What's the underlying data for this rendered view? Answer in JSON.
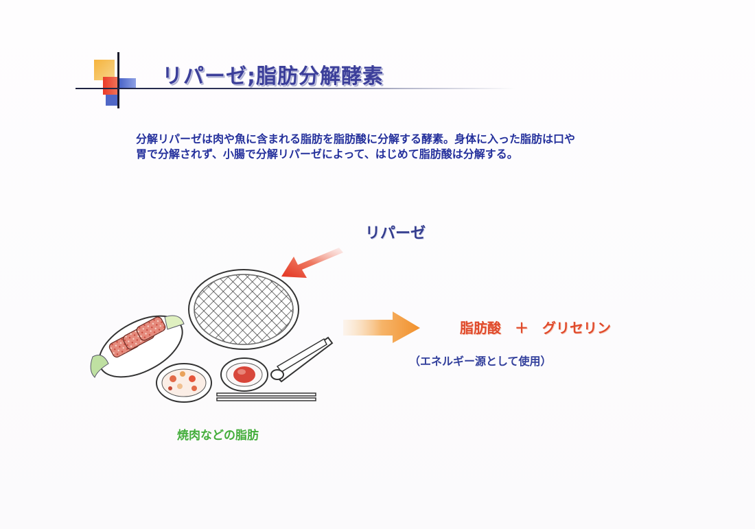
{
  "slide": {
    "title": "リパーゼ;脂肪分解酵素",
    "description_lines": [
      "分解リパーゼは肉や魚に含まれる脂肪を脂肪酸に分解する酵素。身体に入った脂肪は口や",
      "胃で分解されず、小腸で分解リパーゼによって、はじめて脂肪酸は分解する。"
    ],
    "labels": {
      "enzyme": "リパーゼ",
      "product": "脂肪酸　＋　グリセリン",
      "product_note": "（エネルギー源として使用）",
      "source": "焼肉などの脂肪"
    },
    "colors": {
      "title": "#3c3f9a",
      "text": "#24309c",
      "product": "#e04a2b",
      "source": "#43ad3a",
      "arrow_red": "#e84a34",
      "arrow_orange": "#f39a3a"
    },
    "icons": [
      "corner-squares-decoration",
      "red-arrow-icon",
      "orange-arrow-icon",
      "grill-plate-icon",
      "tongs-icon",
      "chopsticks-icon",
      "meat-platter-icon",
      "sauce-dish-icon",
      "kimchi-dish-icon"
    ]
  }
}
